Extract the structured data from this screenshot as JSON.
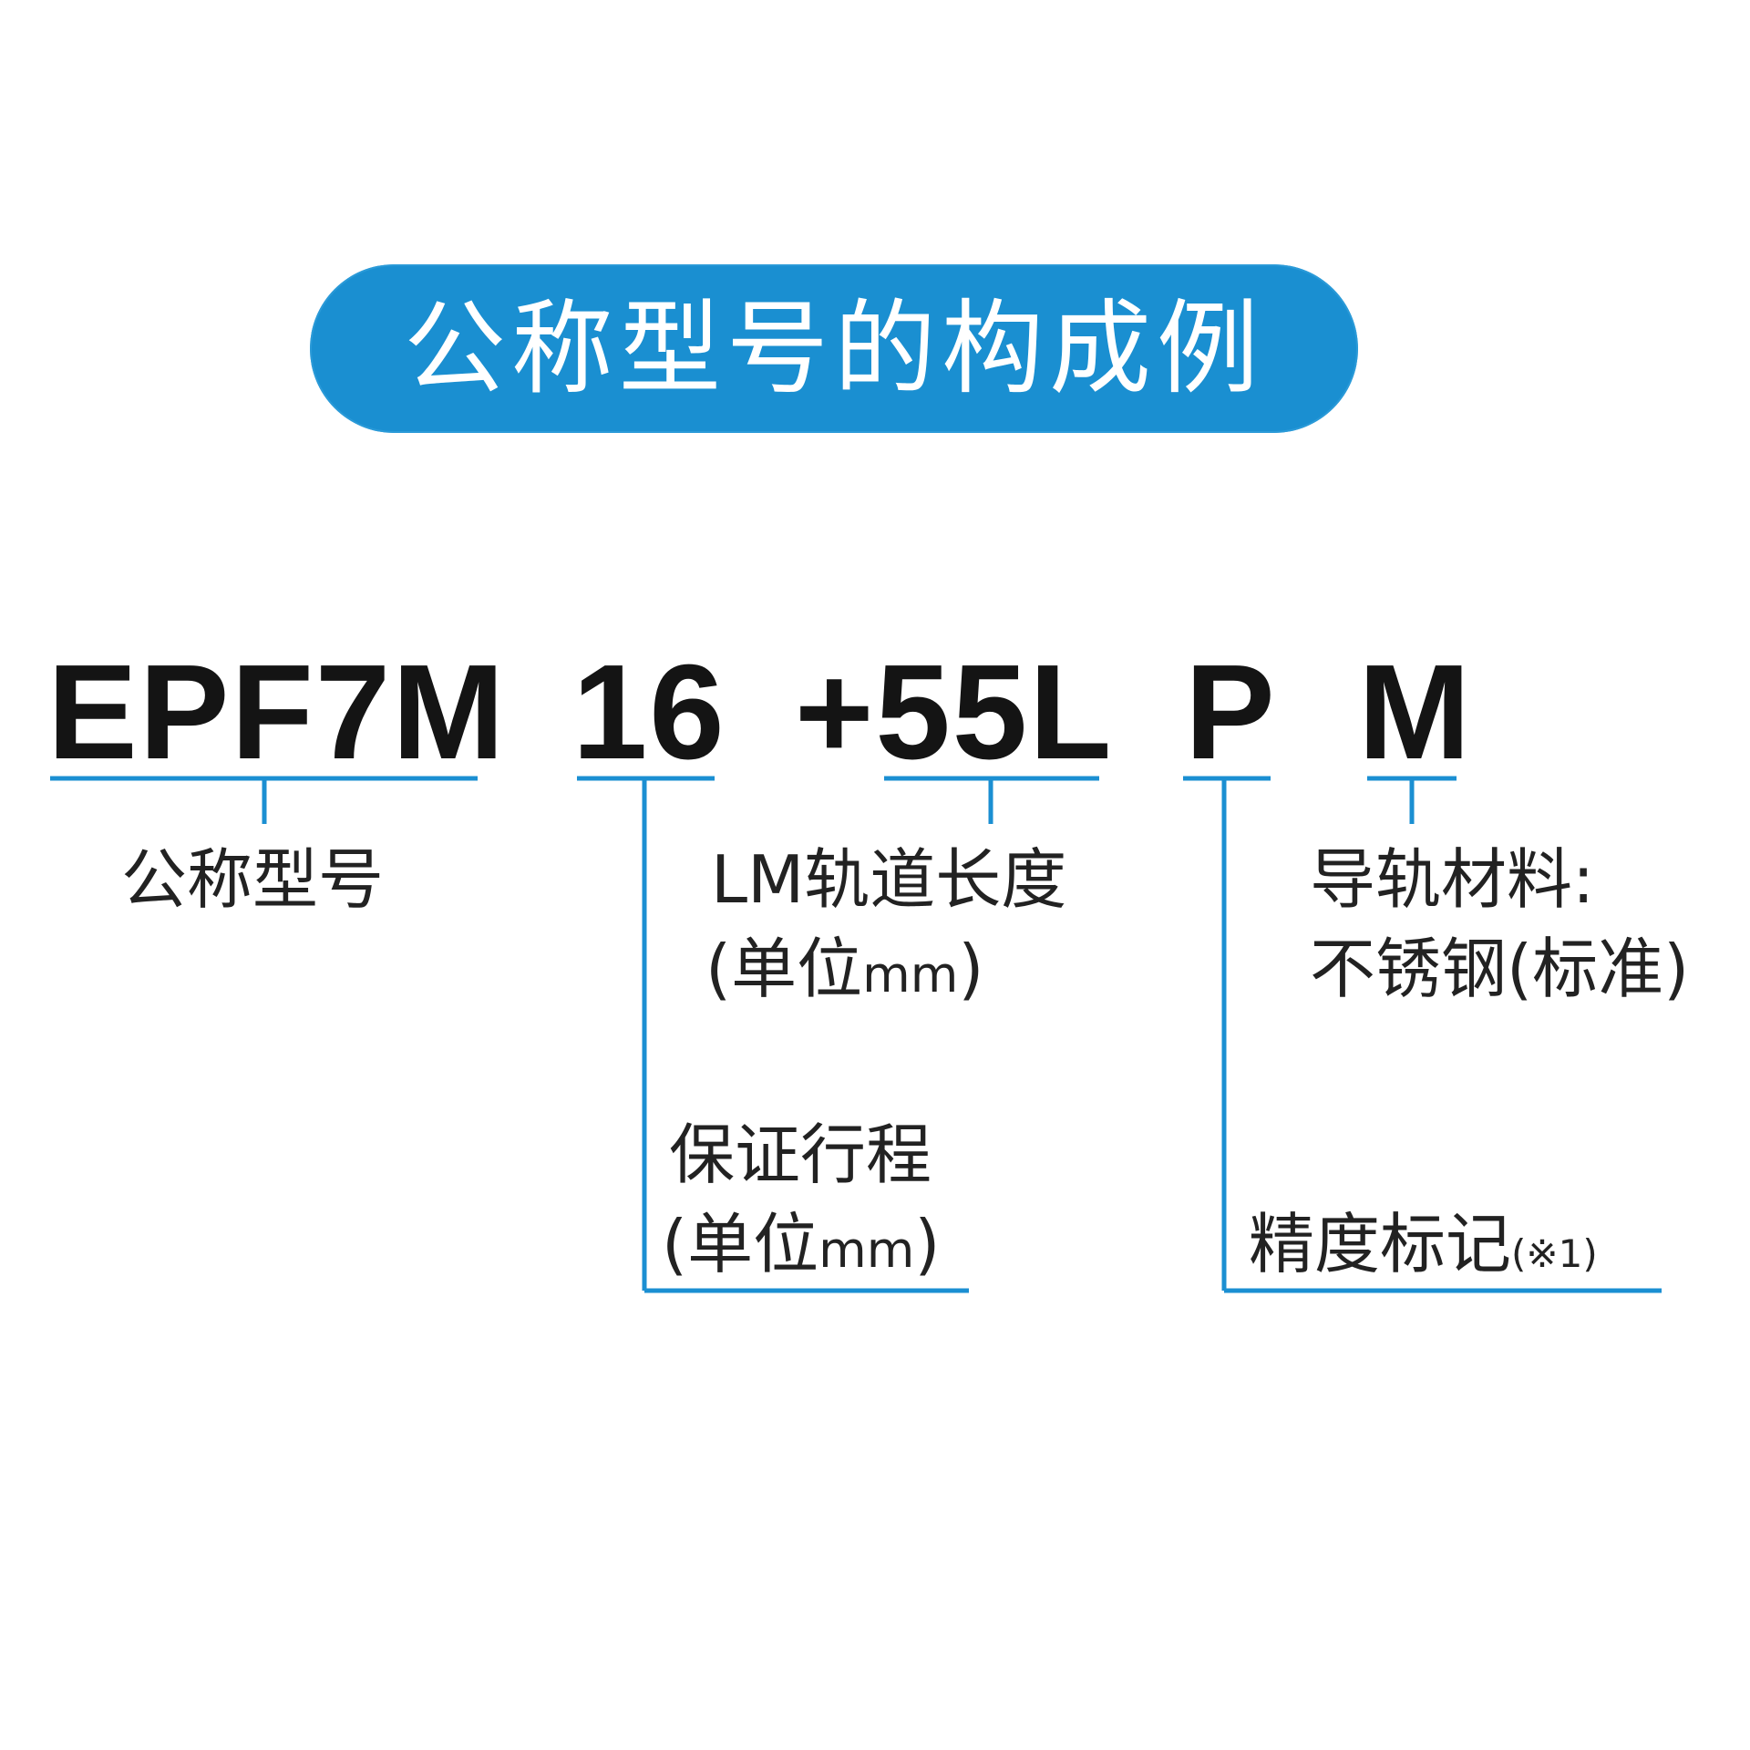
{
  "title": "公称型号的构成例",
  "colors": {
    "accent": "#1a8fd1",
    "line": "#1b8fd2",
    "code_text": "#141414",
    "label_text": "#222222"
  },
  "code_parts": [
    "EPF7M",
    "16",
    "+55L",
    "P",
    "M"
  ],
  "labels": {
    "model": "公称型号",
    "rail_length_line1": "LM轨道长度",
    "rail_length_line2_open": "(单位",
    "rail_length_line2_unit": "mm",
    "rail_length_line2_close": ")",
    "rail_material_line1": "导轨材料:",
    "rail_material_line2": "不锈钢(标准)",
    "stroke_line1": "保证行程",
    "stroke_line2_open": "(单位",
    "stroke_line2_unit": "mm",
    "stroke_line2_close": ")",
    "accuracy": "精度标记",
    "accuracy_note": "(※1)"
  }
}
